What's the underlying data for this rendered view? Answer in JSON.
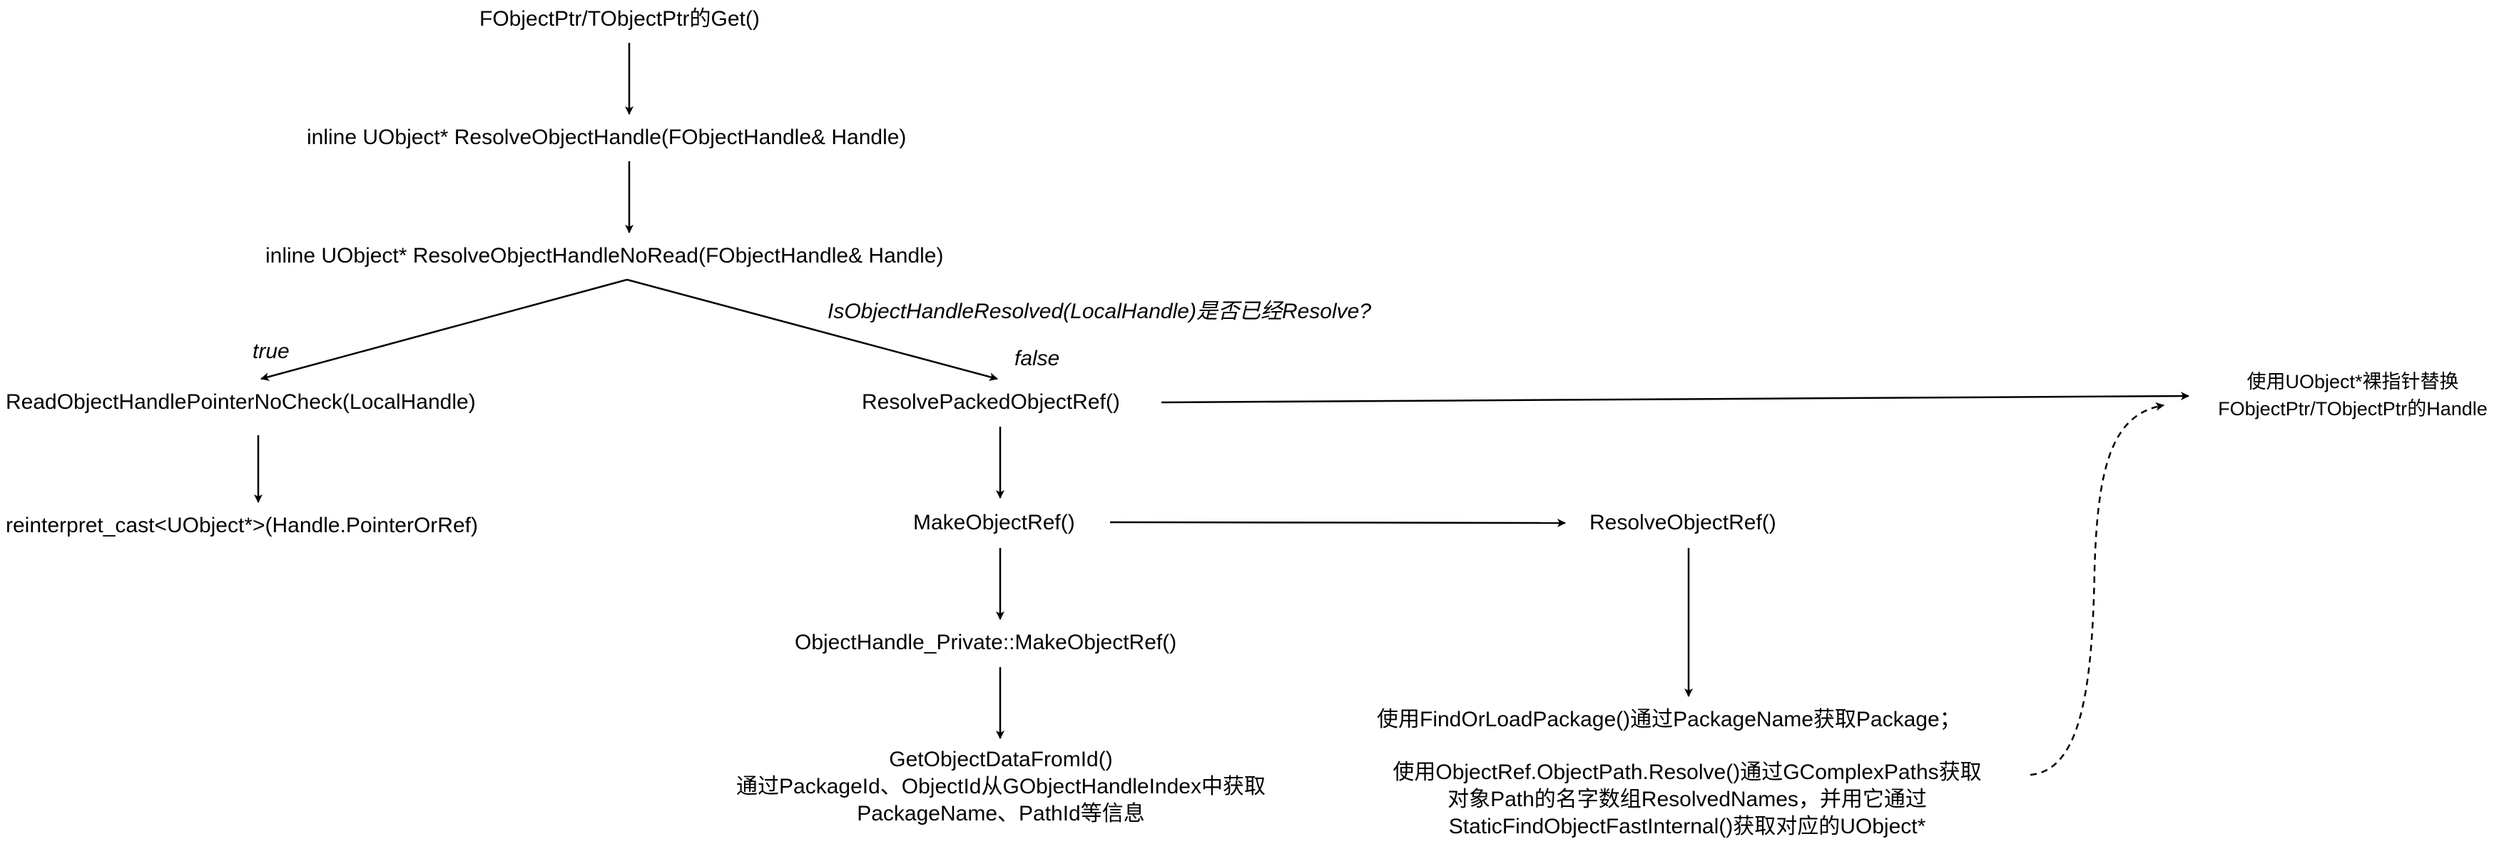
{
  "nodes": {
    "get": "FObjectPtr/TObjectPtr的Get()",
    "resolve_handle": "inline UObject* ResolveObjectHandle(FObjectHandle& Handle)",
    "resolve_noread": "inline UObject* ResolveObjectHandleNoRead(FObjectHandle& Handle)",
    "read_pointer": "ReadObjectHandlePointerNoCheck(LocalHandle)",
    "reinterpret": "reinterpret_cast<UObject*>(Handle.PointerOrRef)",
    "resolve_packed": "ResolvePackedObjectRef()",
    "make_ref": "MakeObjectRef()",
    "private_make_ref": "ObjectHandle_Private::MakeObjectRef()",
    "get_data": {
      "line1": "GetObjectDataFromId()",
      "line2": "通过PackageId、ObjectId从GObjectHandleIndex中获取",
      "line3": "PackageName、PathId等信息"
    },
    "resolve_ref": "ResolveObjectRef()",
    "find_load": {
      "line1": "使用FindOrLoadPackage()通过PackageName获取Package；",
      "line2": "使用ObjectRef.ObjectPath.Resolve()通过GComplexPaths获取",
      "line3": "对象Path的名字数组ResolvedNames，并用它通过",
      "line4": "StaticFindObjectFastInternal()获取对应的UObject*"
    },
    "replace": {
      "line1": "使用UObject*裸指针替换",
      "line2": "FObjectPtr/TObjectPtr的Handle"
    }
  },
  "edge_labels": {
    "condition": "IsObjectHandleResolved(LocalHandle)是否已经Resolve?",
    "true_branch": "true",
    "false_branch": "false"
  },
  "colors": {
    "line": "#000000",
    "text": "#000000",
    "background": "#ffffff"
  }
}
